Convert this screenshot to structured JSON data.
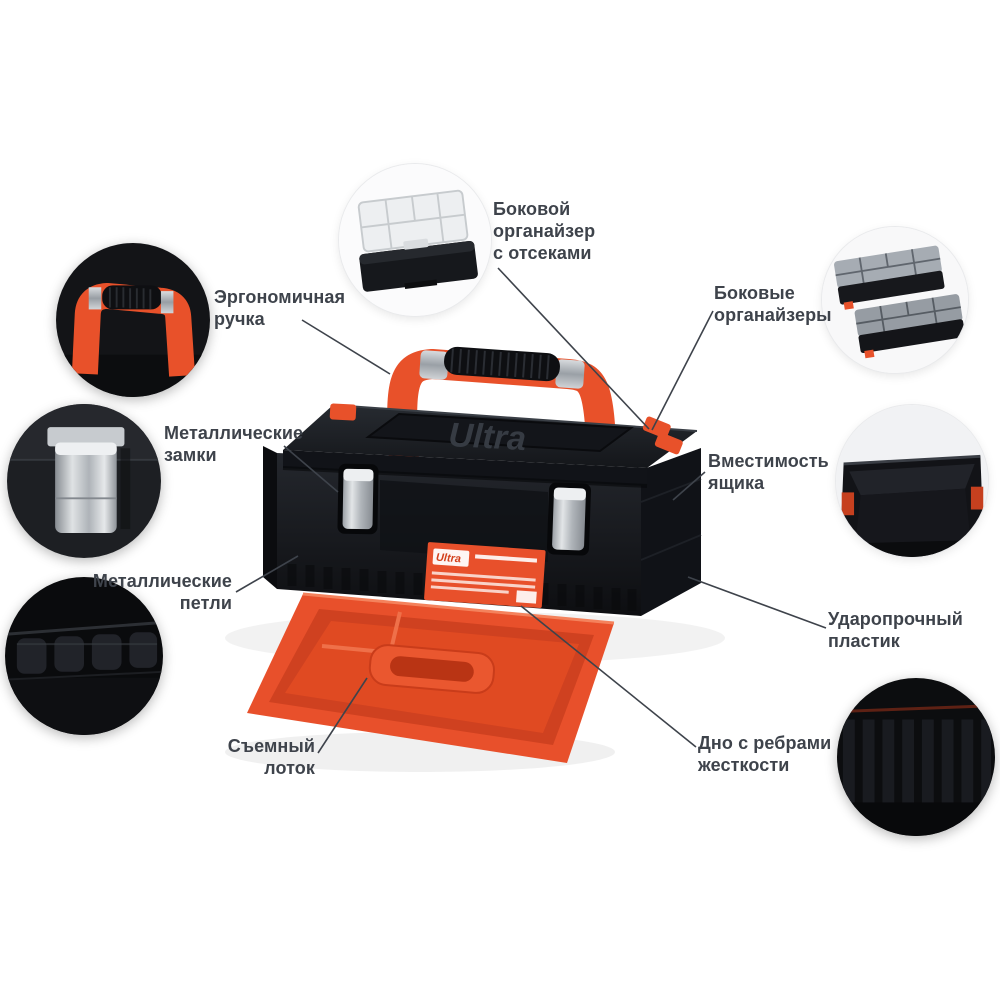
{
  "colors": {
    "background": "#ffffff",
    "label_text": "#3e434b",
    "callout_line": "#3e434b",
    "accent_orange": "#e8512a",
    "plastic_black": "#15171b",
    "metal_silver": "#c9cdd1"
  },
  "product": {
    "brand": "Ultra"
  },
  "callouts": {
    "side_organizer": {
      "label": "Боковой\nорганайзер\nс отсеками"
    },
    "handle": {
      "label": "Эргономичная\nручка"
    },
    "side_organizers": {
      "label": "Боковые\nорганайзеры"
    },
    "metal_locks": {
      "label": "Металлические\nзамки"
    },
    "capacity": {
      "label": "Вместимость\nящика"
    },
    "metal_hinges": {
      "label": "Металлические\nпетли"
    },
    "impact_plastic": {
      "label": "Ударопрочный\nпластик"
    },
    "removable_tray": {
      "label": "Съемный\nлоток"
    },
    "ribbed_bottom": {
      "label": "Дно с ребрами\nжесткости"
    }
  }
}
